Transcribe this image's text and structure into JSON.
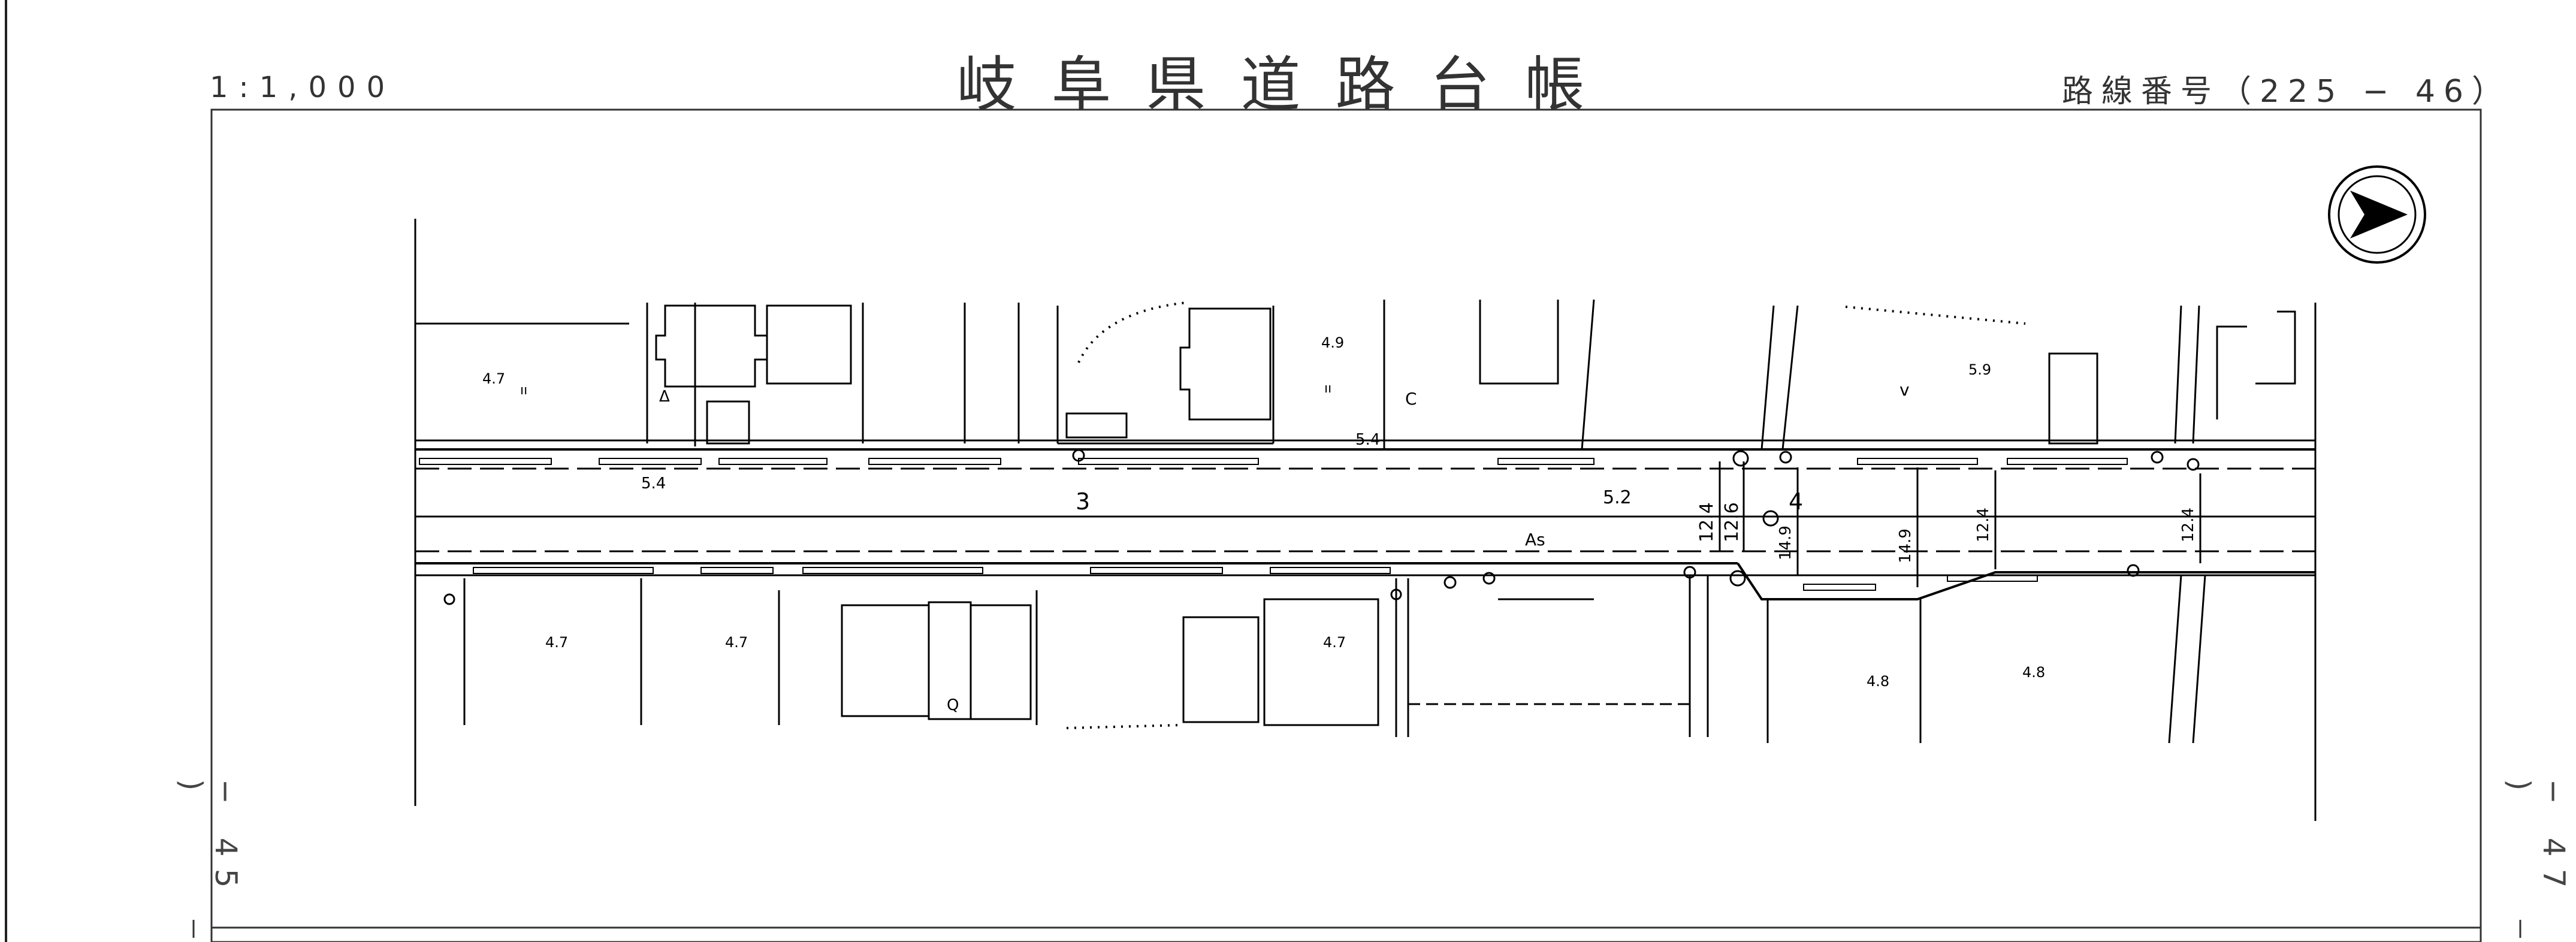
{
  "header": {
    "scale": "1:1,000",
    "title": "岐阜県道路台帳",
    "route_number": "路線番号（225 − 46）"
  },
  "margins": {
    "left_sheet_ref": "− 45 )",
    "right_sheet_ref": "− 47 )"
  },
  "north_arrow": {
    "icon": "north-arrow-icon"
  },
  "map_labels": {
    "elev_top_1": "4.7",
    "elev_top_2": "4.9",
    "elev_top_3": "5.9",
    "elev_road_a": "5.4",
    "elev_road_b": "5.4",
    "elev_road_c": "5.2",
    "elev_bot_1": "4.7",
    "elev_bot_2": "4.7",
    "elev_bot_3": "4.7",
    "elev_bot_4": "4.8",
    "elev_bot_5": "4.8",
    "station_3": "3",
    "station_4": "4",
    "surface": "As",
    "width_1": "12.4",
    "width_2": "12.6",
    "width_3": "14.9",
    "width_4": "14.9",
    "width_5": "12.4",
    "width_6": "12.4",
    "symbol_field": "ıı",
    "symbol_field_alt": "ıı",
    "symbol_v": "v",
    "symbol_c": "C",
    "symbol_q": "Q",
    "symbol_triangle": "Δ"
  }
}
